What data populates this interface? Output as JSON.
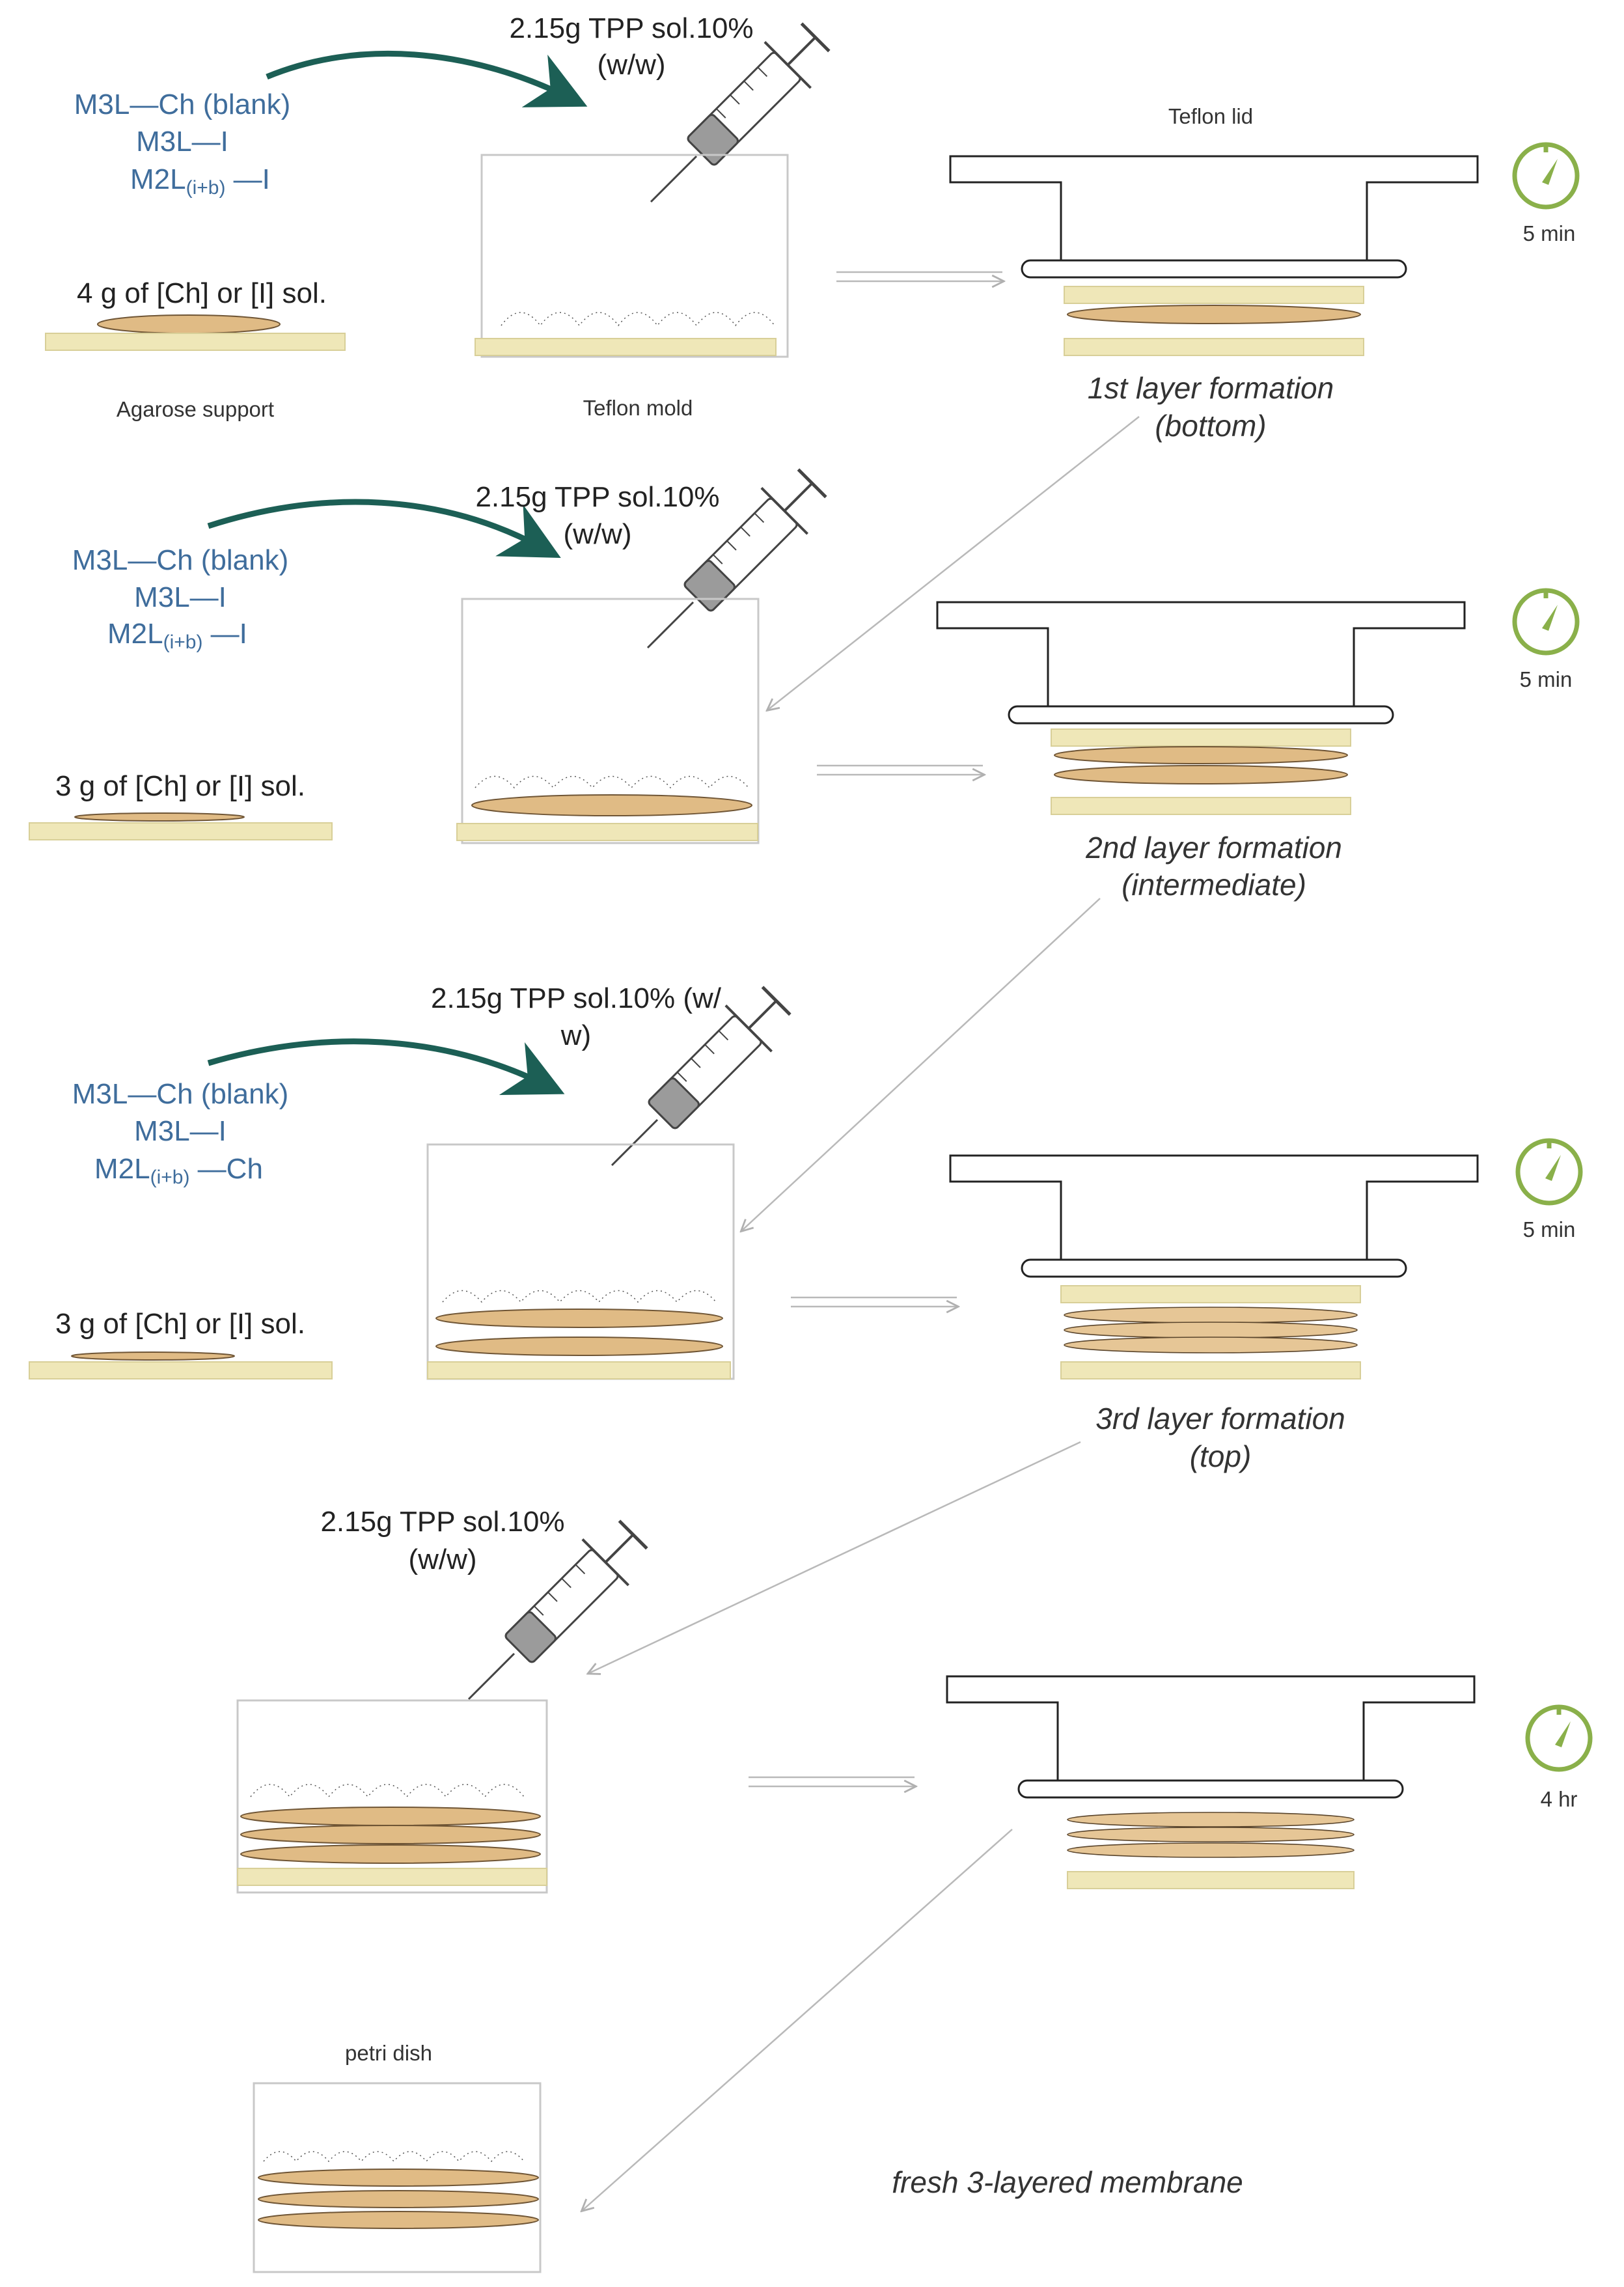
{
  "colors": {
    "formulation_text": "#3f6d9c",
    "arrow_teal": "#1c5f55",
    "agarose": "#efe7b8",
    "membrane_layer": "#e0bb85",
    "timer_green": "#8ab04a"
  },
  "stage1": {
    "formulations": [
      "M3L—Ch (blank)",
      "M3L—I"
    ],
    "formulation3_prefix": "M2L",
    "formulation3_subscript": "(i+b)",
    "formulation3_suffix": " —I",
    "solution": "4 g of [Ch] or [I] sol.",
    "tpp_line1": "2.15g TPP sol.10%",
    "tpp_line2": "(w/w)",
    "agarose_label": "Agarose support",
    "mold_label": "Teflon mold",
    "lid_label": "Teflon lid",
    "timer": "5 min",
    "caption_line1": "1st layer formation",
    "caption_line2": "(bottom)"
  },
  "stage2": {
    "formulations": [
      "M3L—Ch (blank)",
      "M3L—I"
    ],
    "formulation3_prefix": "M2L",
    "formulation3_subscript": "(i+b)",
    "formulation3_suffix": " —I",
    "solution": "3 g of [Ch] or [I] sol.",
    "tpp_line1": "2.15g TPP sol.10%",
    "tpp_line2": "(w/w)",
    "timer": "5 min",
    "caption_line1": "2nd layer formation",
    "caption_line2": "(intermediate)"
  },
  "stage3": {
    "formulations": [
      "M3L—Ch (blank)",
      "M3L—I"
    ],
    "formulation3_prefix": "M2L",
    "formulation3_subscript": "(i+b)",
    "formulation3_suffix": " —Ch",
    "solution": "3 g of [Ch] or [I] sol.",
    "tpp_line1": "2.15g TPP sol.10% (w/",
    "tpp_line2": "w)",
    "timer": "5 min",
    "caption_line1": "3rd layer formation",
    "caption_line2": "(top)"
  },
  "stage4": {
    "tpp_line1": "2.15g TPP sol.10%",
    "tpp_line2": "(w/w)",
    "timer": "4 hr"
  },
  "final": {
    "dish_label": "petri dish",
    "caption": "fresh 3-layered membrane"
  },
  "icons": [
    "syringe-icon",
    "timer-icon",
    "curved-arrow-icon",
    "double-line-arrow-icon"
  ]
}
